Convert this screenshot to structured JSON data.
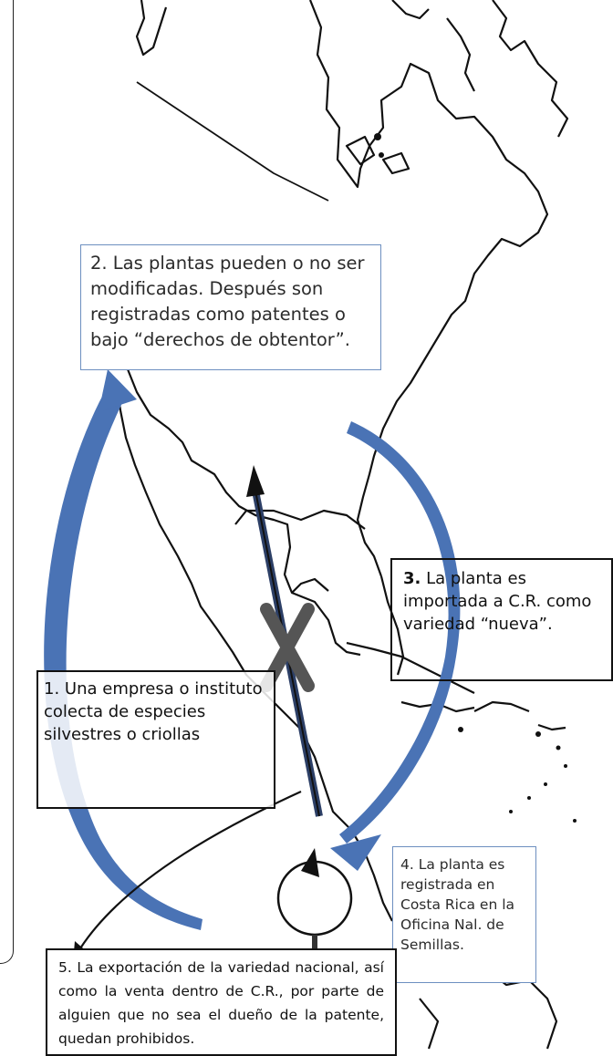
{
  "boxes": {
    "step1": {
      "num": "1.",
      "text": " Una empresa o instituto colecta de especies silvestres o criollas"
    },
    "step2": {
      "text": "2. Las plantas pueden o no ser modificadas.  Después son registradas como patentes o bajo “derechos de obtentor”."
    },
    "step3": {
      "num": "3.",
      "text": " La planta es importada a C.R. como variedad “nueva”."
    },
    "step4": {
      "text": "4. La planta es registrada en Costa Rica en la Oficina Nal. de Semillas."
    },
    "step5": {
      "text": "5. La exportación de la variedad nacional, así como la venta dentro de C.R., por parte de alguien que no sea el dueño de la patente, quedan prohibidos."
    }
  },
  "colors": {
    "cycle_arrow": "#4a73b5",
    "cross": "#555555",
    "map_outline": "#111111"
  },
  "icons": {
    "cross": "x-mark-icon",
    "cycle": "circular-arrow-icon"
  }
}
